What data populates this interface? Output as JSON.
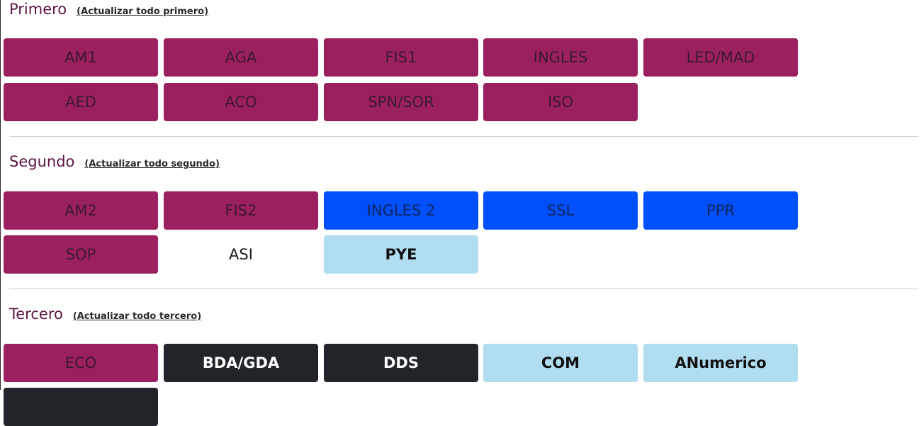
{
  "colors": {
    "magenta": "#9a2060",
    "blue": "#0150fb",
    "light_blue": "#b1ddf0",
    "dark": "#212529",
    "white": "#ffffff",
    "title": "#5b1545"
  },
  "sections": [
    {
      "title": "Primero",
      "update_link": "(Actualizar todo primero)",
      "subjects": [
        {
          "label": "AM1",
          "status": "magenta"
        },
        {
          "label": "AGA",
          "status": "magenta"
        },
        {
          "label": "FIS1",
          "status": "magenta"
        },
        {
          "label": "INGLES",
          "status": "magenta"
        },
        {
          "label": "LED/MAD",
          "status": "magenta"
        },
        {
          "label": "AED",
          "status": "magenta"
        },
        {
          "label": "ACO",
          "status": "magenta"
        },
        {
          "label": "SPN/SOR",
          "status": "magenta"
        },
        {
          "label": "ISO",
          "status": "magenta"
        }
      ]
    },
    {
      "title": "Segundo",
      "update_link": "(Actualizar todo segundo)",
      "subjects": [
        {
          "label": "AM2",
          "status": "magenta"
        },
        {
          "label": "FIS2",
          "status": "magenta"
        },
        {
          "label": "INGLES 2",
          "status": "blue"
        },
        {
          "label": "SSL",
          "status": "blue"
        },
        {
          "label": "PPR",
          "status": "blue"
        },
        {
          "label": "SOP",
          "status": "magenta"
        },
        {
          "label": "ASI",
          "status": "white"
        },
        {
          "label": "PYE",
          "status": "light"
        }
      ]
    },
    {
      "title": "Tercero",
      "update_link": "(Actualizar todo tercero)",
      "subjects": [
        {
          "label": "ECO",
          "status": "magenta"
        },
        {
          "label": "BDA/GDA",
          "status": "dark"
        },
        {
          "label": "DDS",
          "status": "dark"
        },
        {
          "label": "COM",
          "status": "light"
        },
        {
          "label": "ANumerico",
          "status": "light"
        },
        {
          "label": "",
          "status": "dark"
        }
      ]
    }
  ]
}
